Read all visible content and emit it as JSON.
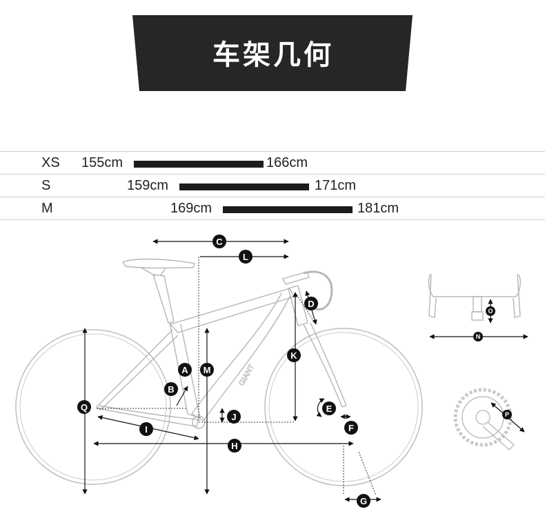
{
  "header": {
    "title": "车架几何"
  },
  "sizes": [
    {
      "label": "XS",
      "min": "155cm",
      "max": "166cm"
    },
    {
      "label": "S",
      "min": "159cm",
      "max": "171cm"
    },
    {
      "label": "M",
      "min": "169cm",
      "max": "181cm"
    }
  ],
  "brand": "GIANT",
  "markers": {
    "A": "A",
    "B": "B",
    "C": "C",
    "D": "D",
    "E": "E",
    "F": "F",
    "G": "G",
    "H": "H",
    "I": "I",
    "J": "J",
    "K": "K",
    "L": "L",
    "M": "M",
    "N": "N",
    "O": "O",
    "P": "P",
    "Q": "Q"
  },
  "colors": {
    "banner": "#262626",
    "bar": "#1c1c1c",
    "outline": "#bdbdbd",
    "marker": "#111111"
  }
}
